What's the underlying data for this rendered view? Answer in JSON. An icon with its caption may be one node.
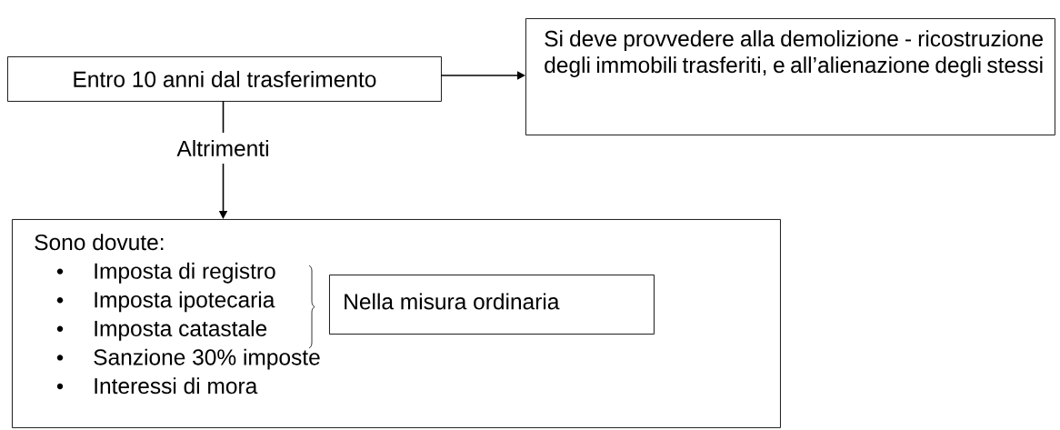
{
  "diagram": {
    "nodes": [
      {
        "text": [
          "Entro 10 anni dal trasferimento"
        ]
      },
      {
        "text": [
          "Si deve provvedere alla demolizione - ricostruzione degli immobili trasferiti, e all’alienazione degli stessi"
        ]
      },
      {
        "text": [
          "Sono dovute:",
          "Imposta di registro",
          "Imposta ipotecaria",
          "Imposta catastale",
          "Sanzione 30% imposte",
          "Interessi di mora"
        ]
      },
      {
        "text": [
          "Nella misura ordinaria"
        ],
        "in": 2
      }
    ],
    "edges": [
      {
        "from": 0,
        "to": 1,
        "arrow": "to"
      },
      {
        "from": 0,
        "to": 2,
        "arrow": "to",
        "label": "Altrimenti"
      }
    ]
  }
}
